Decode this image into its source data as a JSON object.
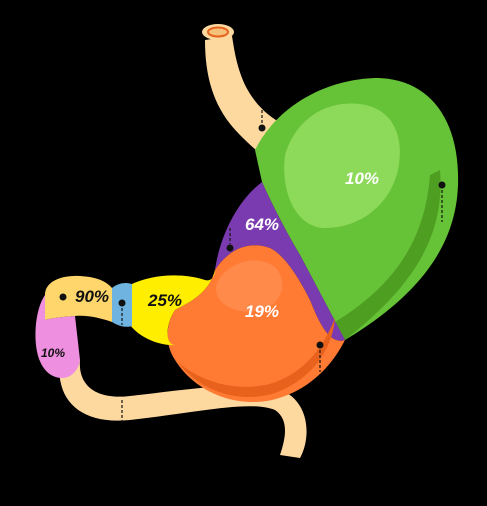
{
  "colors": {
    "background": "#000000",
    "esophagus": "#FDD9A0",
    "fundus_light": "#8DD95A",
    "fundus": "#66C236",
    "fundus_dark": "#4E9E22",
    "cardia": "#7B3BB0",
    "body_light": "#FF8A4A",
    "body": "#FF7A33",
    "body_dark": "#E8621E",
    "antrum": "#FFEE00",
    "pylorus": "#6FB3E0",
    "duodenal_bulb": "#FFD66B",
    "duodenum_descending": "#EE8FE0",
    "intestine": "#FDD9A0",
    "label_dark": "#111111",
    "label_light": "#FFFFFF"
  },
  "regions": {
    "fundus": {
      "label": "10%"
    },
    "cardia": {
      "label": "64%"
    },
    "body": {
      "label": "19%"
    },
    "antrum": {
      "label": "25%"
    },
    "duodenal_bulb": {
      "label": "90%"
    },
    "duodenum_descending": {
      "label": "10%"
    }
  }
}
